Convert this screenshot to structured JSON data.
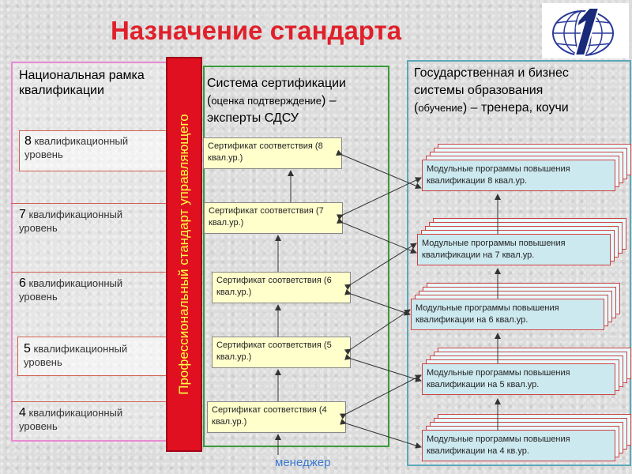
{
  "title": "Назначение стандарта",
  "logo": {
    "icon": "globe-1-logo-icon",
    "colors": {
      "globe": "#2a3a9a",
      "figure": "#1a2a7a"
    }
  },
  "left": {
    "heading": "Национальная рамка квалификации",
    "levels": [
      {
        "num": "8",
        "text": "квалификационный уровень"
      },
      {
        "num": "7",
        "text": "квалификационный уровень"
      },
      {
        "num": "6",
        "text": "квалификационный уровень"
      },
      {
        "num": "5",
        "text": "квалификационный уровень"
      },
      {
        "num": "4",
        "text": "квалификационный уровень"
      }
    ]
  },
  "vertical_bar": {
    "text": "Профессиональный стандарт управляющего",
    "color": "#e01020",
    "text_color": "#ffff44"
  },
  "middle": {
    "heading_main": "Система сертификации",
    "heading_paren_open": "(",
    "heading_small": "оценка подтверждение",
    "heading_paren_close": ") –",
    "heading_tail": "эксперты СДСУ",
    "certs": [
      "Сертификат соответствия (8 квал.ур.)",
      "Сертификат соответствия (7 квал.ур.)",
      "Сертификат соответствия (6 квал.ур.)",
      "Сертификат соответствия (5 квал.ур.)",
      "Сертификат соответствия (4 квал.ур.)"
    ],
    "footer": "менеджер"
  },
  "right": {
    "heading_line1": "Государственная и бизнес",
    "heading_line2": "системы образования",
    "heading_paren_open": "(",
    "heading_small": "обучение",
    "heading_tail": ") – тренера, коучи",
    "programs": [
      "Модульные программы повышения квалификации 8 квал.ур.",
      "Модульные программы повышения квалификации на 7 квал.ур.",
      "Модульные программы повышения квалификации на 6 квал.ур.",
      "Модульные программы повышения квалификации на 5 квал.ур.",
      "Модульные программы повышения квалификации на 4 кв.ур."
    ]
  }
}
